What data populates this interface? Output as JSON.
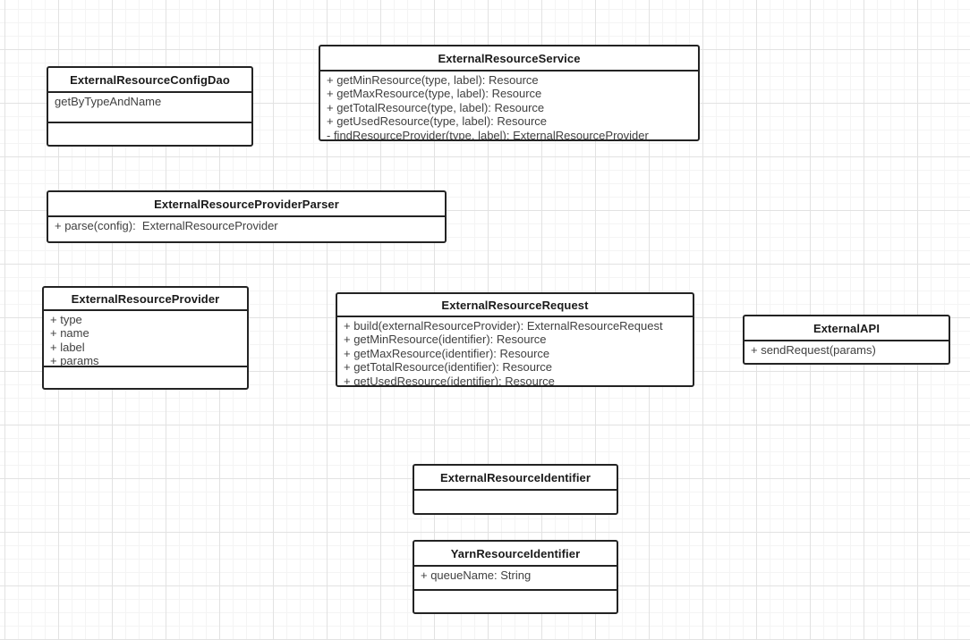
{
  "canvas": {
    "background_color": "#ffffff",
    "grid_minor_color": "#f4f4f4",
    "grid_major_color": "#e2e2e2"
  },
  "style": {
    "border_color": "#232323",
    "title_color": "#1a1a1a",
    "member_color": "#404040"
  },
  "classes": [
    {
      "title": "ExternalResourceConfigDao",
      "members": [
        "getByTypeAndName"
      ]
    },
    {
      "title": "ExternalResourceService",
      "members": [
        "+ getMinResource(type, label): Resource",
        "+ getMaxResource(type, label): Resource",
        "+ getTotalResource(type, label): Resource",
        "+ getUsedResource(type, label): Resource",
        "- findResourceProvider(type, label): ExternalResourceProvider"
      ]
    },
    {
      "title": "ExternalResourceProviderParser",
      "members": [
        "+ parse(config):  ExternalResourceProvider"
      ]
    },
    {
      "title": "ExternalResourceProvider",
      "members": [
        "+ type",
        "+ name",
        "+ label",
        "+ params"
      ]
    },
    {
      "title": "ExternalResourceRequest",
      "members": [
        "+ build(externalResourceProvider): ExternalResourceRequest",
        "+ getMinResource(identifier): Resource",
        "+ getMaxResource(identifier): Resource",
        "+ getTotalResource(identifier): Resource",
        "+ getUsedResource(identifier): Resource"
      ]
    },
    {
      "title": "ExternalAPI",
      "members": [
        "+ sendRequest(params)"
      ]
    },
    {
      "title": "ExternalResourceIdentifier",
      "members": []
    },
    {
      "title": "YarnResourceIdentifier",
      "members": [
        "+ queueName: String"
      ]
    }
  ]
}
